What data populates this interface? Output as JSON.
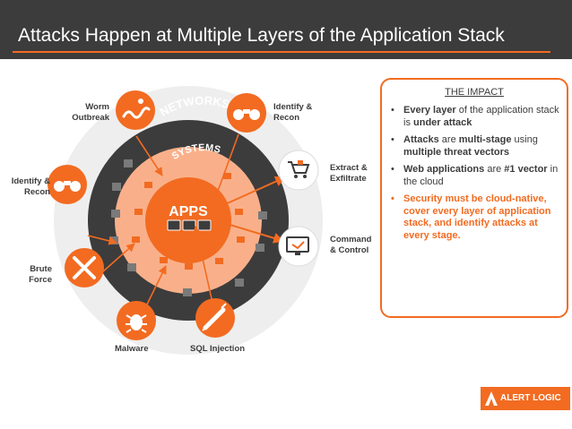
{
  "title": "Attacks Happen at Multiple Layers of the Application Stack",
  "layers": {
    "outer": "NETWORKS",
    "middle": "SYSTEMS",
    "inner": "APPS"
  },
  "attacks": {
    "worm": "Worm Outbreak",
    "identify_top": "Identify & Recon",
    "identify_left": "Identify & Recon",
    "extract": "Extract & Exfiltrate",
    "command": "Command & Control",
    "brute": "Brute Force",
    "malware": "Malware",
    "sql": "SQL Injection"
  },
  "impact": {
    "title": "THE IMPACT",
    "bullets": [
      [
        "Every layer",
        " of the application stack is ",
        "under attack"
      ],
      [
        "Attacks",
        " are ",
        "multi-stage",
        " using ",
        "multiple threat vectors"
      ],
      [
        "Web applications",
        " are ",
        "#1 vector",
        " in the cloud"
      ]
    ],
    "closing": "Security must be cloud-native, cover every layer of application stack, and identify attacks at every stage."
  },
  "logo": {
    "text": "ALERT LOGIC"
  },
  "colors": {
    "orange": "#f26b21",
    "dark": "#3c3c3c",
    "peach": "#f9b08a",
    "light": "#eeeeee"
  },
  "icons": [
    "worm-icon",
    "binoculars-icon",
    "cart-icon",
    "monitor-icon",
    "wrench-hammer-icon",
    "bug-icon",
    "syringe-icon"
  ]
}
